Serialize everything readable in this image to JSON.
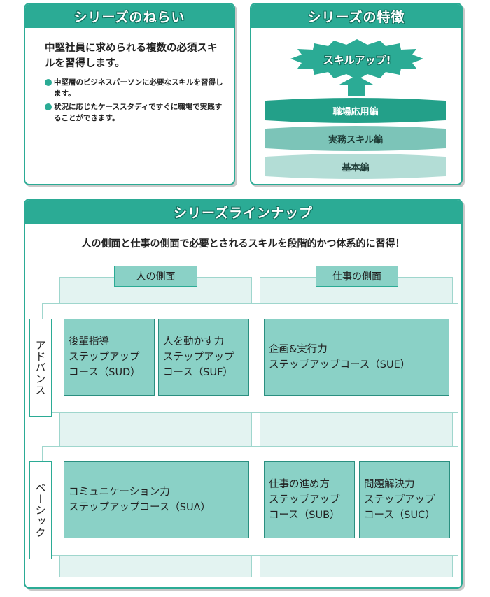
{
  "aim": {
    "title": "シリーズのねらい",
    "lead": "中堅社員に求められる複数の必須スキルを習得します。",
    "bullets": [
      "中堅層のビジネスパーソンに必要なスキルを習得します。",
      "状況に応じたケーススタディですぐに職場で実践することができます。"
    ]
  },
  "feature": {
    "title": "シリーズの特徴",
    "burst": "スキルアップ!",
    "levels": [
      "職場応用編",
      "実務スキル編",
      "基本編"
    ]
  },
  "lineup": {
    "title": "シリーズラインナップ",
    "lead": "人の側面と仕事の側面で必要とされるスキルを段階的かつ体系的に習得！",
    "columns": [
      "人の側面",
      "仕事の側面"
    ],
    "rows": [
      "アドバンス",
      "ベーシック"
    ],
    "courses": [
      {
        "lines": [
          "後輩指導",
          "ステップアップ",
          "コース（SUD）"
        ]
      },
      {
        "lines": [
          "人を動かす力",
          "ステップアップ",
          "コース（SUF）"
        ]
      },
      {
        "lines": [
          "企画&実行力",
          "ステップアップコース（SUE）"
        ]
      },
      {
        "lines": [
          "コミュニケーション力",
          "ステップアップコース（SUA）"
        ]
      },
      {
        "lines": [
          "仕事の進め方",
          "ステップアップ",
          "コース（SUB）"
        ]
      },
      {
        "lines": [
          "問題解決力",
          "ステップアップ",
          "コース（SUC）"
        ]
      }
    ]
  },
  "colors": {
    "accent": "#2bab95",
    "tile": "#8ad1c6",
    "column_bg": "#e3f3f1",
    "level_top": "#23a089",
    "level_mid": "#7cc4b8",
    "level_base": "#b3ddd6"
  },
  "icons": {
    "burst": "starburst-icon",
    "arrow": "up-arrow-icon",
    "bullet": "bullet-dot-icon"
  }
}
